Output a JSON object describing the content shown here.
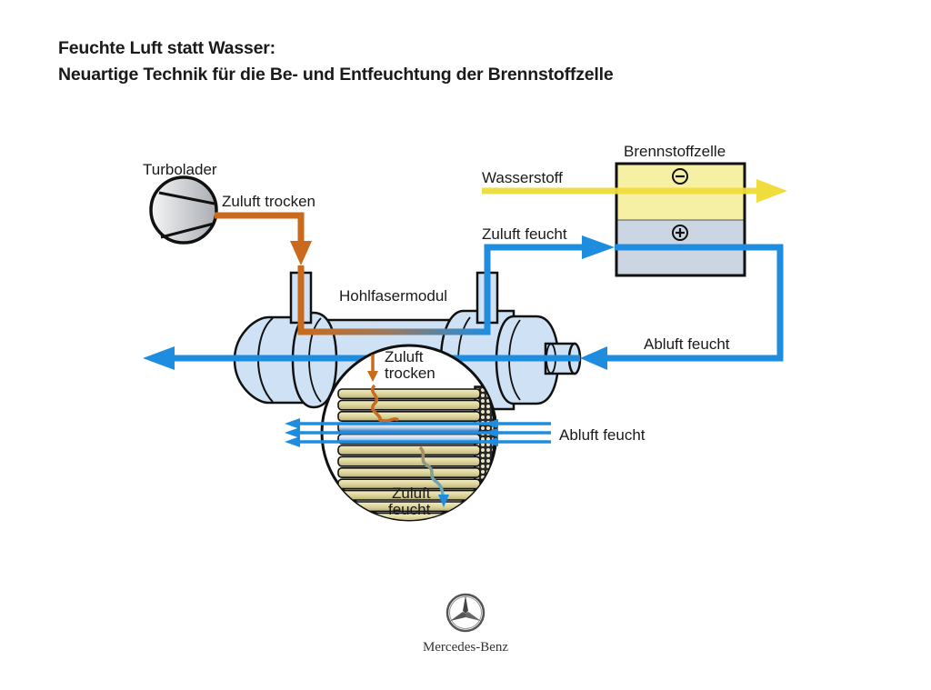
{
  "title": {
    "line1": "Feuchte Luft statt Wasser:",
    "line2": "Neuartige Technik für die Be- und Entfeuchtung der Brennstoffzelle"
  },
  "labels": {
    "turbolader": "Turbolader",
    "zuluft_trocken": "Zuluft trocken",
    "wasserstoff": "Wasserstoff",
    "brennstoffzelle": "Brennstoffzelle",
    "zuluft_feucht": "Zuluft feucht",
    "hohlfasermodul": "Hohlfasermodul",
    "abluft_feucht": "Abluft feucht",
    "detail_zuluft": "Zuluft",
    "detail_trocken": "trocken",
    "detail_abluft_feucht": "Abluft feucht",
    "detail_zuluft2": "Zuluft",
    "detail_feucht": "feucht",
    "minus_symbol": "−",
    "plus_symbol": "+"
  },
  "brand": {
    "name": "Mercedes-Benz"
  },
  "colors": {
    "dry_air": "#c96a1c",
    "humid_air": "#1f8ddf",
    "hydrogen": "#f0dc3c",
    "anode_fill": "#f6f0a4",
    "cathode_fill": "#ccd6e3",
    "module_fill": "#cfe2f5",
    "fiber_fill": "#e4dfa8"
  }
}
